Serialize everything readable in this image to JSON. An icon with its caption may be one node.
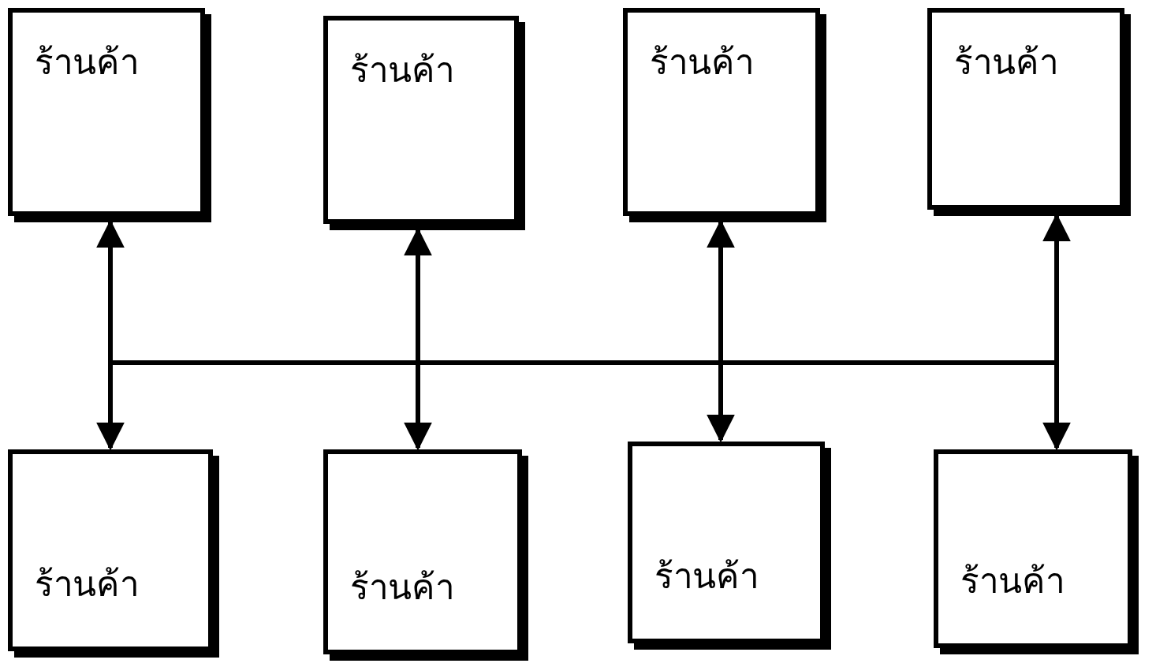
{
  "diagram": {
    "nodes": [
      {
        "text": [
          "ร้านค้า"
        ]
      },
      {
        "text": [
          "ร้านค้า"
        ]
      },
      {
        "text": [
          "ร้านค้า"
        ]
      },
      {
        "text": [
          "ร้านค้า"
        ]
      },
      {
        "text": [
          "ร้านค้า"
        ]
      },
      {
        "text": [
          "ร้านค้า"
        ]
      },
      {
        "text": [
          "ร้านค้า"
        ]
      },
      {
        "text": [
          "ร้านค้า"
        ]
      }
    ],
    "edges": [
      {
        "from": 0,
        "to": 4,
        "arrow": "both"
      },
      {
        "from": 1,
        "to": 5,
        "arrow": "both"
      },
      {
        "from": 2,
        "to": 6,
        "arrow": "both"
      },
      {
        "from": 3,
        "to": 7,
        "arrow": "both"
      }
    ]
  }
}
